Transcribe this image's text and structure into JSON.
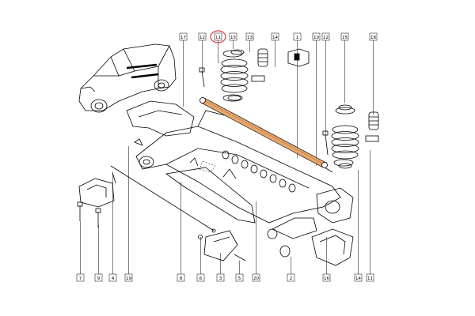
{
  "diagram": {
    "highlight_color": "#e23b3b",
    "beam_color": "#e7a66a",
    "callouts_top": [
      {
        "id": "c17",
        "label": "17"
      },
      {
        "id": "c12a",
        "label": "12"
      },
      {
        "id": "c11a",
        "label": "11"
      },
      {
        "id": "c15a",
        "label": "15"
      },
      {
        "id": "c13",
        "label": "13"
      },
      {
        "id": "c14a",
        "label": "14"
      },
      {
        "id": "c1",
        "label": "1"
      },
      {
        "id": "c10",
        "label": "10"
      },
      {
        "id": "c12b",
        "label": "12"
      },
      {
        "id": "c15b",
        "label": "15"
      },
      {
        "id": "c18",
        "label": "18"
      }
    ],
    "callouts_bottom": [
      {
        "id": "c7",
        "label": "7"
      },
      {
        "id": "c9",
        "label": "9"
      },
      {
        "id": "c4",
        "label": "4"
      },
      {
        "id": "c19",
        "label": "19"
      },
      {
        "id": "c8",
        "label": "8"
      },
      {
        "id": "c6",
        "label": "6"
      },
      {
        "id": "c3",
        "label": "3"
      },
      {
        "id": "c5",
        "label": "5"
      },
      {
        "id": "c20",
        "label": "20"
      },
      {
        "id": "c2",
        "label": "2"
      },
      {
        "id": "c16",
        "label": "16"
      },
      {
        "id": "c14b",
        "label": "14"
      },
      {
        "id": "c11b",
        "label": "11"
      }
    ]
  }
}
